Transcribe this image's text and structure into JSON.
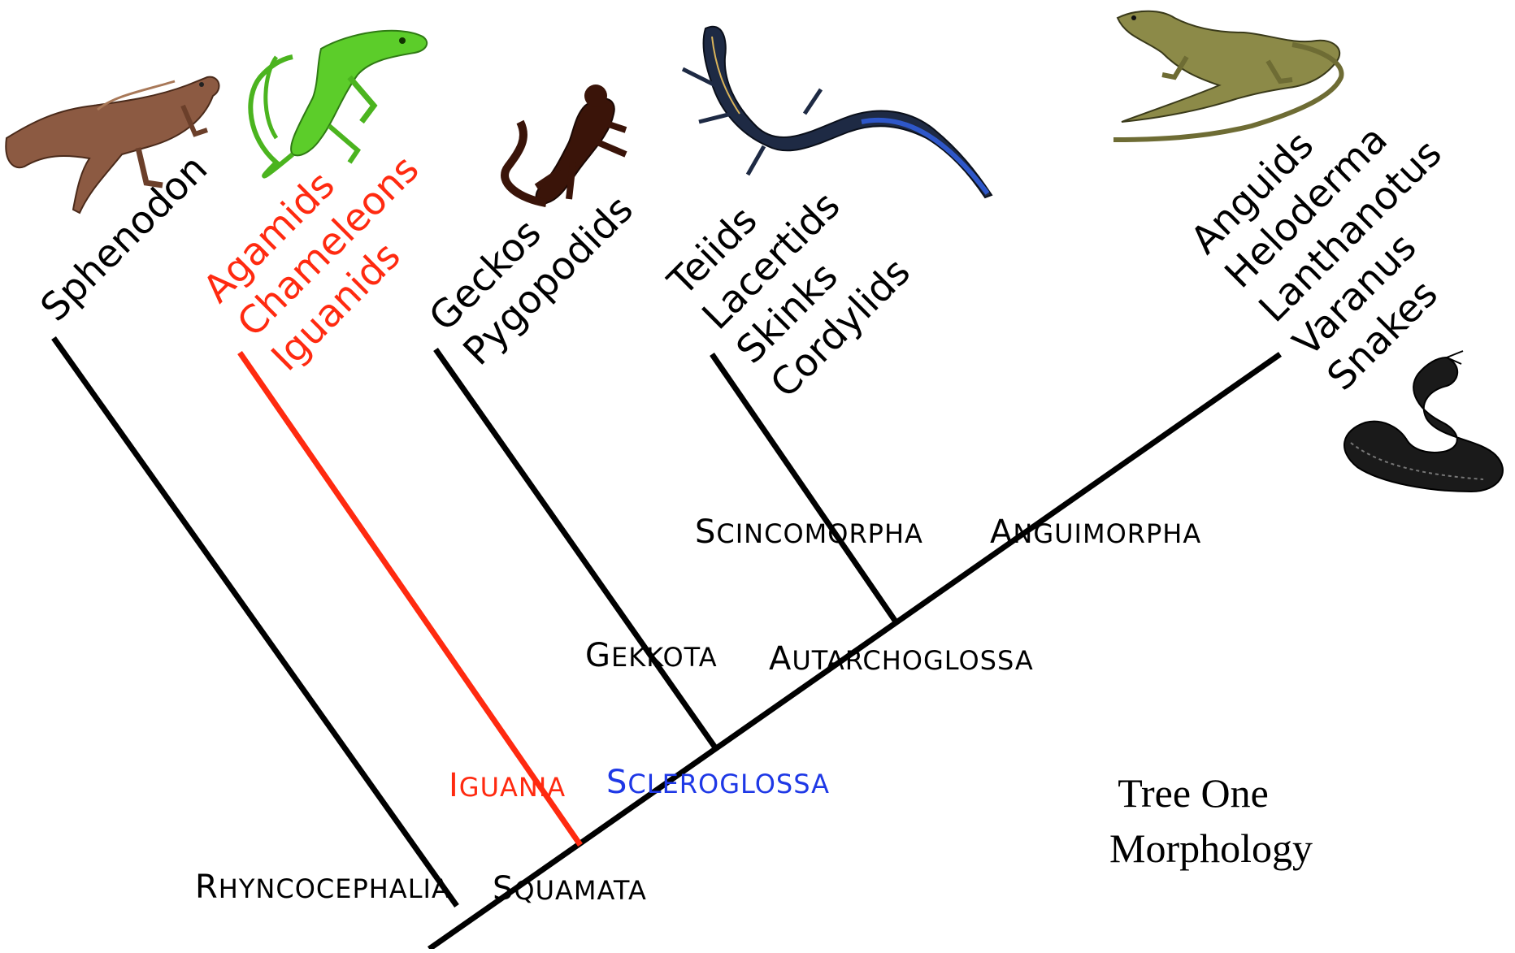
{
  "tips": {
    "sphenodon": [
      "Sphenodon"
    ],
    "iguania": [
      "Agamids",
      "Chameleons",
      "Iguanids"
    ],
    "gekkota": [
      "Geckos",
      "Pygopodids"
    ],
    "scincomorpha": [
      "Teiids",
      "Lacertids",
      "Skinks",
      "Cordylids"
    ],
    "anguimorpha": [
      "Anguids",
      "Heloderma",
      "Lanthanotus",
      "Varanus",
      "Snakes"
    ]
  },
  "clades": {
    "rhyncocephalia": {
      "cap": "R",
      "rest": "HYNCOCEPHALIA"
    },
    "squamata": {
      "cap": "S",
      "rest": "QUAMATA"
    },
    "iguania": {
      "cap": "I",
      "rest": "GUANIA"
    },
    "scleroglossa": {
      "cap": "S",
      "rest": "CLEROGLOSSA"
    },
    "gekkota": {
      "cap": "G",
      "rest": "EKKOTA"
    },
    "autarchoglossa": {
      "cap": "A",
      "rest": "UTARCHOGLOSSA"
    },
    "scincomorpha": {
      "cap": "S",
      "rest": "CINCOMORPHA"
    },
    "anguimorpha": {
      "cap": "A",
      "rest": "NGUIMORPHA"
    }
  },
  "caption": [
    "Tree One",
    "Morphology"
  ],
  "colors": {
    "highlight_red": "#ff2a10",
    "highlight_blue": "#1e38e6",
    "branch": "#000000"
  },
  "illustrations": [
    "tuatara-illustration",
    "green-anole-illustration",
    "gecko-illustration",
    "skink-illustration",
    "monitor-lizard-illustration",
    "snake-illustration"
  ]
}
